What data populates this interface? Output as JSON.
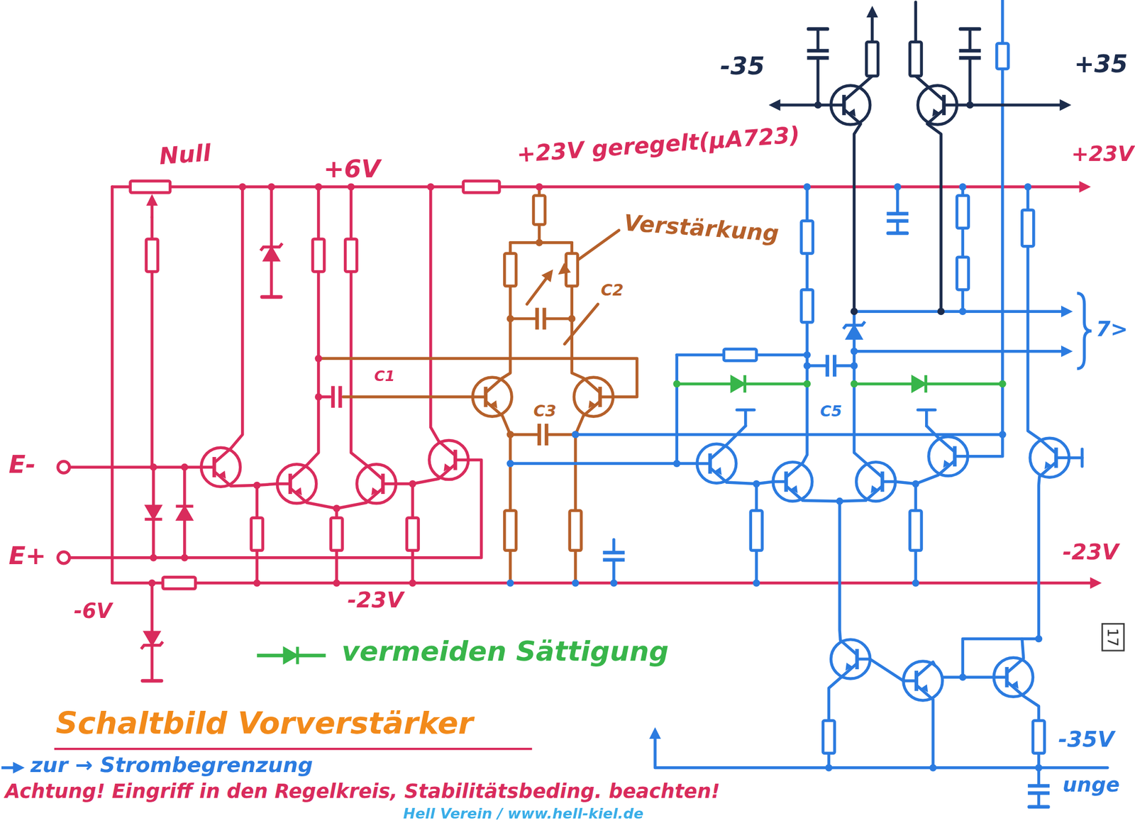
{
  "diagram": {
    "title": "Schaltbild Vorverstärker",
    "nodes": [
      {
        "text": [
          "17"
        ]
      }
    ],
    "labels": [
      "Null",
      "+6V",
      "+23V geregelt(µA723)",
      "Verstärkung",
      "C2",
      "C1",
      "C3",
      "C5",
      "-35",
      "+35",
      "+23V",
      "E-",
      "E+",
      "-6V",
      "-23V",
      "-23V",
      "7>",
      "-35V",
      "unge",
      "zur → Strombegrenzung",
      "Achtung! Eingriff in den Regelkreis, Stabilitätsbeding. beachten!",
      "Hell Verein / www.hell-kiel.de"
    ],
    "legend": [
      {
        "text": "vermeiden Sättigung"
      }
    ]
  }
}
